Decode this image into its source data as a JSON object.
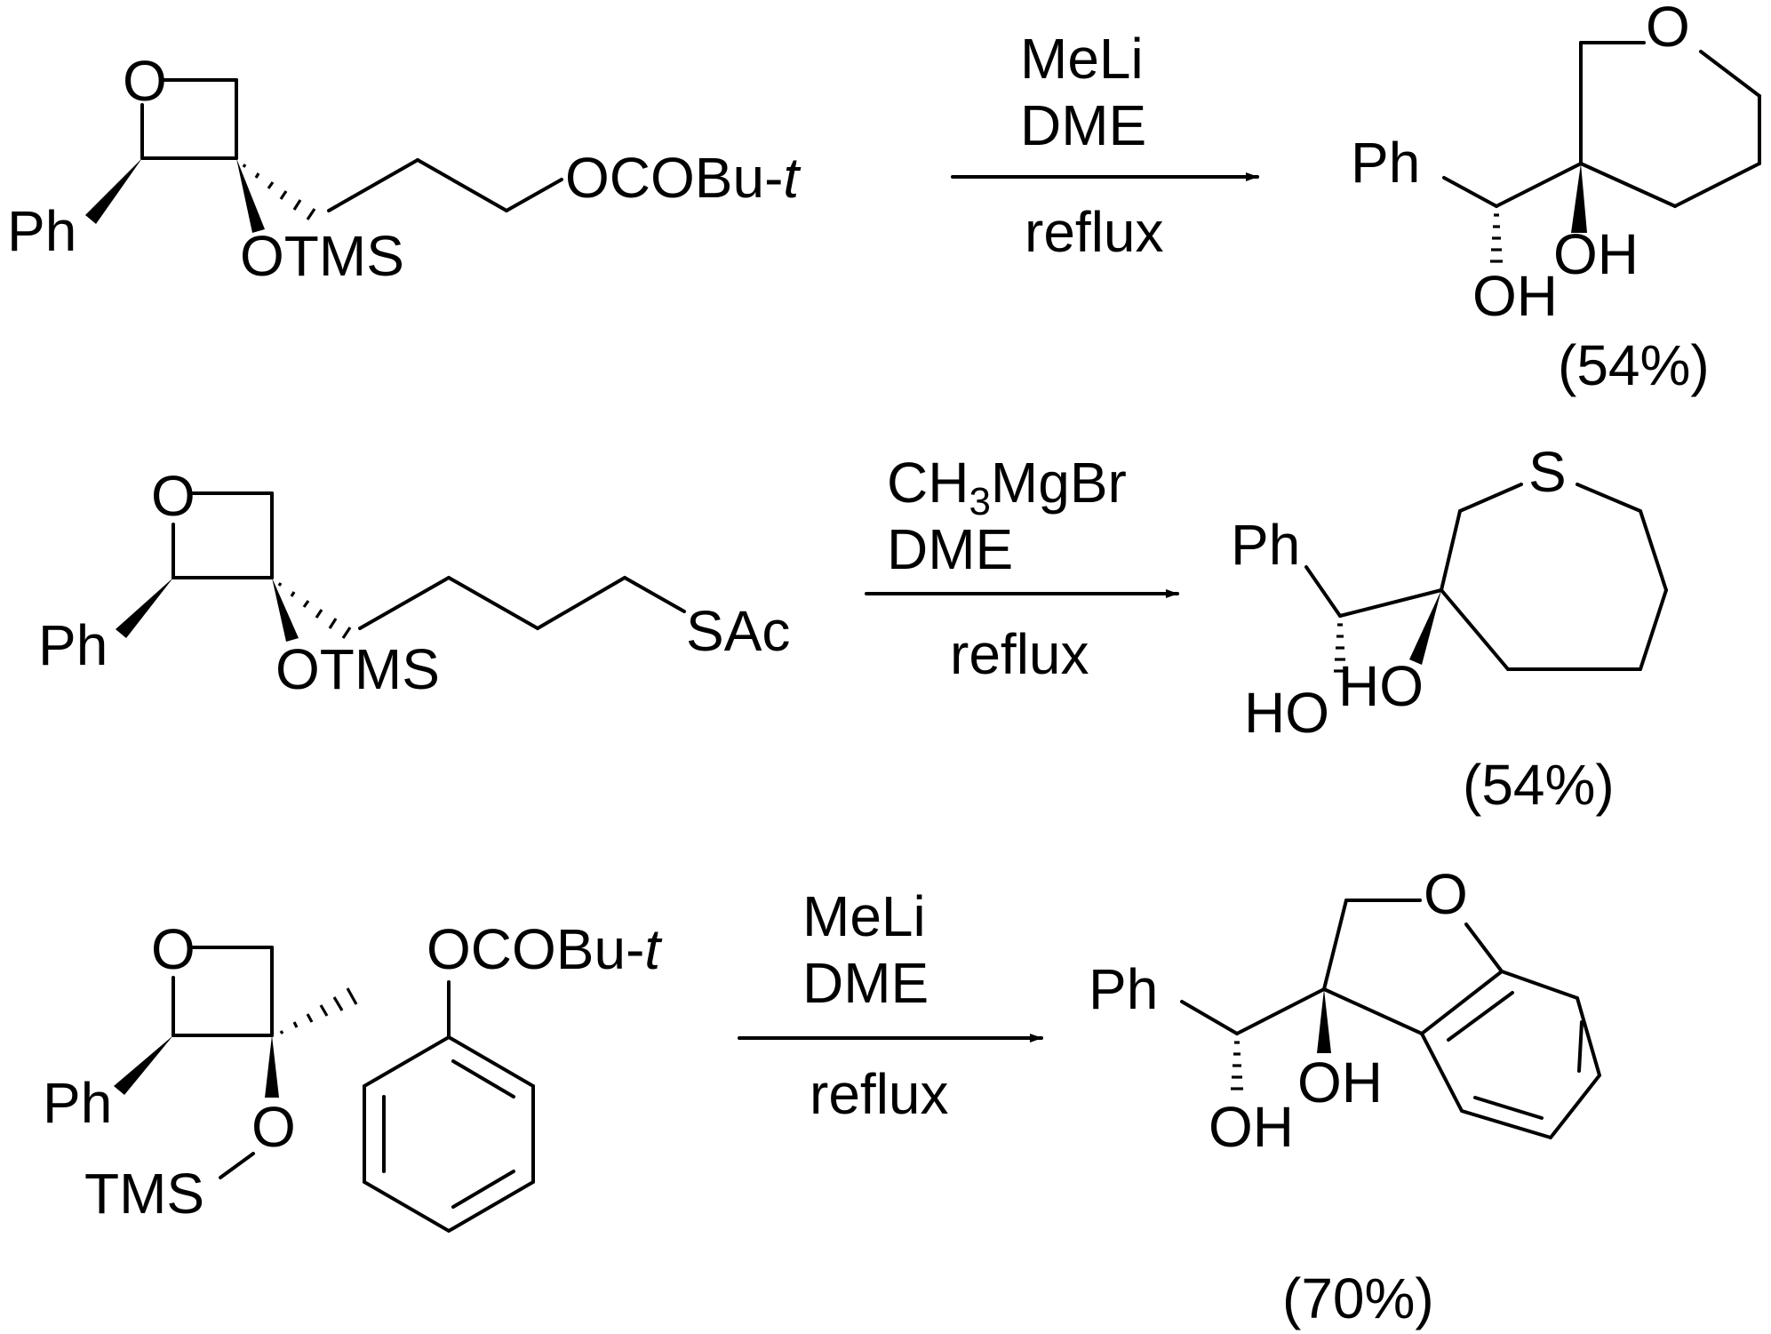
{
  "reactions": [
    {
      "reactant": {
        "ring_O": "O",
        "ph": "Ph",
        "otms": "OTMS",
        "chain_end_main": "OCOBu-",
        "chain_end_italic": "t"
      },
      "conditions": {
        "reagent": "MeLi",
        "solvent": "DME",
        "temp": "reflux"
      },
      "product": {
        "ring_heteroatom": "O",
        "ph": "Ph",
        "oh_ring": "OH",
        "oh_chain": "OH"
      },
      "yield": "(54%)"
    },
    {
      "reactant": {
        "ring_O": "O",
        "ph": "Ph",
        "otms": "OTMS",
        "chain_end": "SAc"
      },
      "conditions": {
        "reagent_main": "CH",
        "reagent_sub": "3",
        "reagent_tail": "MgBr",
        "solvent": "DME",
        "temp": "reflux"
      },
      "product": {
        "ring_heteroatom": "S",
        "ph": "Ph",
        "oh_ring": "HO",
        "oh_chain": "HO"
      },
      "yield": "(54%)"
    },
    {
      "reactant": {
        "ring_O": "O",
        "ph": "Ph",
        "o_tms": "O",
        "tms": "TMS",
        "aryl_ester_main": "OCOBu-",
        "aryl_ester_italic": "t"
      },
      "conditions": {
        "reagent": "MeLi",
        "solvent": "DME",
        "temp": "reflux"
      },
      "product": {
        "ring_heteroatom": "O",
        "ph": "Ph",
        "oh_ring": "OH",
        "oh_chain": "OH"
      },
      "yield": "(70%)"
    }
  ]
}
